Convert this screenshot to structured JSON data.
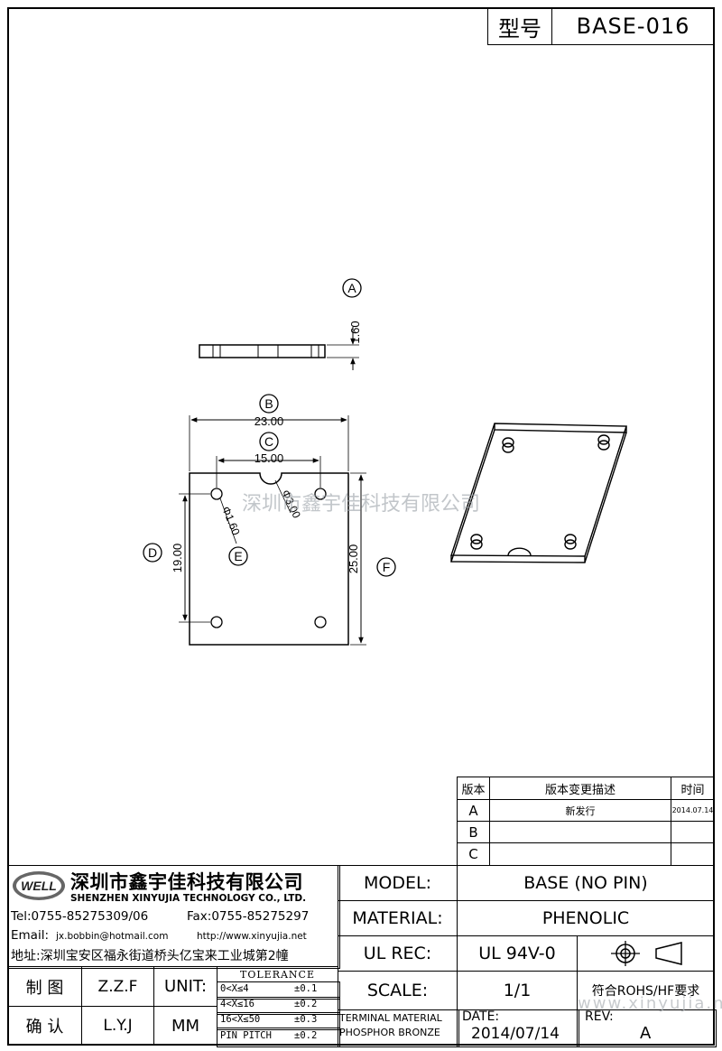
{
  "title_block": {
    "model_label": "型号",
    "model_number": "BASE-016"
  },
  "drawing": {
    "labels": {
      "A": "A",
      "B": "B",
      "C": "C",
      "D": "D",
      "E": "E",
      "F": "F"
    },
    "dims": {
      "thickness": "1.60",
      "width": "23.00",
      "pin_spacing": "15.00",
      "notch": "Φ3.00",
      "hole": "Φ1.60",
      "row_spacing": "19.00",
      "height": "25.00"
    },
    "watermark": "深圳市鑫宇佳科技有限公司",
    "watermark_url": "www.xinyujia.net"
  },
  "revision_table": {
    "headers": {
      "rev": "版本",
      "desc": "版本变更描述",
      "time": "时间"
    },
    "rows": [
      {
        "rev": "A",
        "desc": "新发行",
        "time": "2014.07.14"
      },
      {
        "rev": "B",
        "desc": "",
        "time": ""
      },
      {
        "rev": "C",
        "desc": "",
        "time": ""
      }
    ]
  },
  "company": {
    "logo": "WELL",
    "name_cn": "深圳市鑫宇佳科技有限公司",
    "name_en": "SHENZHEN XINYUJIA TECHNOLOGY CO., LTD.",
    "tel": "Tel:0755-85275309/06",
    "fax": "Fax:0755-85275297",
    "email_label": "Email:",
    "email": "jx.bobbin@hotmail.com",
    "website": "http://www.xinyujia.net",
    "address": "地址:深圳宝安区福永街道桥头亿宝来工业城第2幢"
  },
  "spec": {
    "model_label": "MODEL:",
    "model_value": "BASE (NO PIN)",
    "material_label": "MATERIAL:",
    "material_value": "PHENOLIC",
    "ulrec_label": "UL REC:",
    "ulrec_value": "UL 94V-0",
    "scale_label": "SCALE:",
    "scale_value": "1/1",
    "rohs": "符合ROHS/HF要求",
    "terminal_line1": "TERMINAL MATERIAL",
    "terminal_line2": "PHOSPHOR BRONZE",
    "date_label": "DATE:",
    "date_value": "2014/07/14",
    "rev_label": "REV:",
    "rev_value": "A"
  },
  "signoff": {
    "draw_label": "制 图",
    "draw_name": "Z.Z.F",
    "check_label": "确 认",
    "check_name": "L.Y.J",
    "unit_label": "UNIT:",
    "unit_value": "MM"
  },
  "tolerance": {
    "title": "TOLERANCE",
    "rows": [
      {
        "range": "0<X≤4",
        "value": "±0.1"
      },
      {
        "range": "4<X≤16",
        "value": "±0.2"
      },
      {
        "range": "16<X≤50",
        "value": "±0.3"
      },
      {
        "range": "PIN PITCH",
        "value": "±0.2"
      }
    ]
  }
}
